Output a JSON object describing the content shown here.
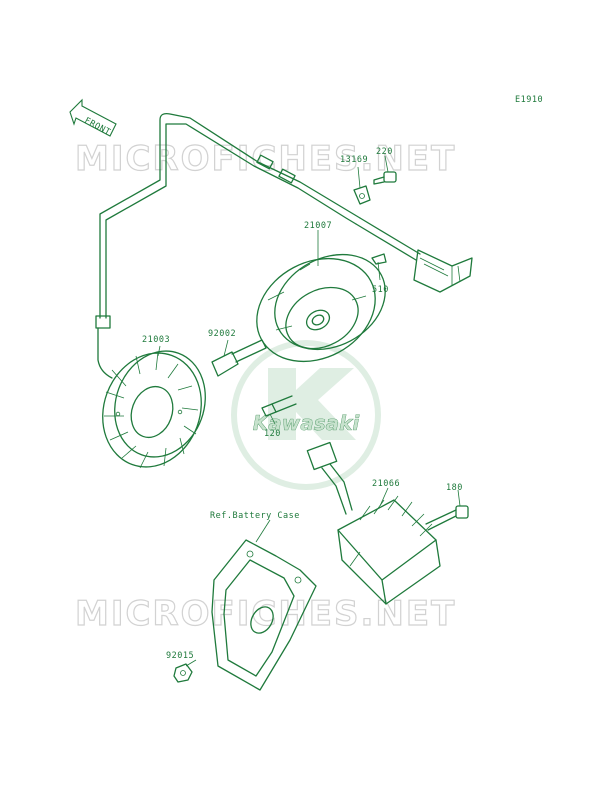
{
  "page_code": "E1910",
  "front_label": "FRONT",
  "watermark_text": "MICROFICHES.NET",
  "logo_text": "Kawasaki",
  "colors": {
    "line": "#1f7a3c",
    "watermark": "#d2d2d2",
    "logo": "#dfeee3",
    "background": "#ffffff"
  },
  "parts": [
    {
      "number": "13169"
    },
    {
      "number": "220"
    },
    {
      "number": "21007"
    },
    {
      "number": "510"
    },
    {
      "number": "21003"
    },
    {
      "number": "92002"
    },
    {
      "number": "120"
    },
    {
      "number": "21066"
    },
    {
      "number": "180"
    },
    {
      "number": "92015"
    }
  ],
  "reference_label": "Ref.Battery Case"
}
